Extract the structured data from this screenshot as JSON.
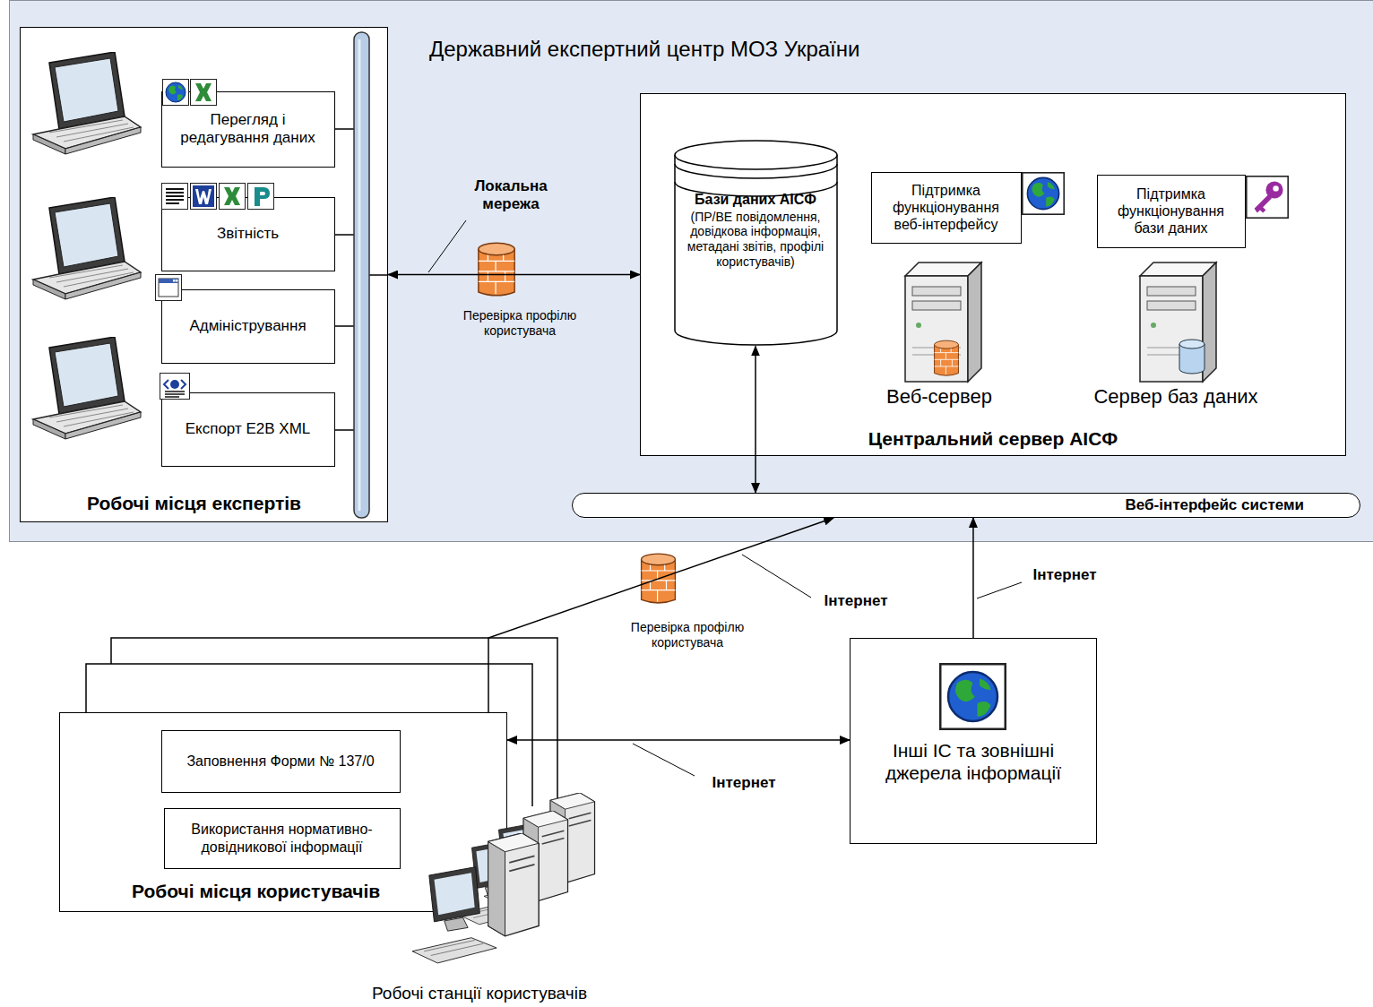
{
  "diagram": {
    "nodes": [
      {
        "text": [
          "Державний експертний центр МОЗ України"
        ]
      },
      {
        "text": [
          "Робочі місця експертів"
        ],
        "in": 0
      },
      {
        "text": [
          "Перегляд і редагування даних"
        ],
        "in": 1
      },
      {
        "text": [
          "Звітність"
        ],
        "in": 1
      },
      {
        "text": [
          "Адміністрування"
        ],
        "in": 1
      },
      {
        "text": [
          "Експорт E2B XML"
        ],
        "in": 1
      },
      {
        "text": [
          "Центральний сервер АІСФ"
        ],
        "in": 0
      },
      {
        "text": [
          "Бази даних АІСФ",
          "(ПР/ВЕ повідомлення, довідкова інформація, метадані звітів, профілі користувачів)"
        ],
        "in": 6
      },
      {
        "text": [
          "Підтримка функціонування веб-інтерфейсу"
        ],
        "in": 6
      },
      {
        "text": [
          "Підтримка функціонування бази даних"
        ],
        "in": 6
      },
      {
        "text": [
          "Веб-інтерфейс системи"
        ],
        "in": 0
      },
      {
        "text": [
          "Робочі місця користувачів"
        ]
      },
      {
        "text": [
          "Заповнення Форми № 137/0"
        ],
        "in": 11
      },
      {
        "text": [
          "Використання нормативно-довідникової інформації"
        ],
        "in": 11
      },
      {
        "text": [
          "Інші ІС та зовнішні джерела інформації"
        ]
      }
    ],
    "edges": [
      {
        "from": 1,
        "to": 6,
        "arrow": "both",
        "label": "Локальна мережа"
      },
      {
        "from": 7,
        "to": 10,
        "arrow": "both"
      },
      {
        "from": 11,
        "to": 10,
        "arrow": "to",
        "label": "Інтернет"
      },
      {
        "from": 11,
        "to": 14,
        "arrow": "both",
        "label": "Інтернет"
      },
      {
        "from": 14,
        "to": 10,
        "arrow": "to",
        "label": "Інтернет"
      }
    ],
    "labels": [
      "Веб-сервер",
      "Сервер баз даних",
      "Робочі станції користувачів",
      "Перевірка профілю користувача",
      "Перевірка профілю користувача"
    ]
  }
}
